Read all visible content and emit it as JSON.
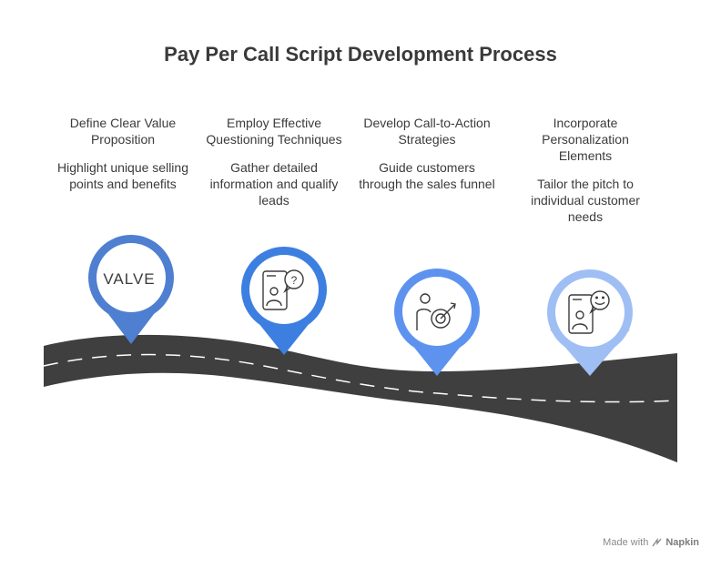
{
  "title": "Pay Per Call Script Development Process",
  "steps": [
    {
      "heading": "Define Clear Value Proposition",
      "description": "Highlight unique selling points and benefits",
      "icon": "value-text-icon",
      "icon_text": "VALVE",
      "color": "#4f7fd0"
    },
    {
      "heading": "Employ Effective Questioning Techniques",
      "description": "Gather detailed information and qualify leads",
      "icon": "person-question-icon",
      "color": "#3d7fe0"
    },
    {
      "heading": "Develop Call-to-Action Strategies",
      "description": "Guide customers through the sales funnel",
      "icon": "target-arrow-icon",
      "color": "#5d93ef"
    },
    {
      "heading": "Incorporate Personalization Elements",
      "description": "Tailor the pitch to individual customer needs",
      "icon": "person-smile-icon",
      "color": "#9fbff4"
    }
  ],
  "footer": {
    "made_with": "Made with",
    "brand": "Napkin"
  },
  "colors": {
    "road": "#3f3f3f",
    "road_dash": "#ffffff",
    "text": "#3b3b3b"
  }
}
